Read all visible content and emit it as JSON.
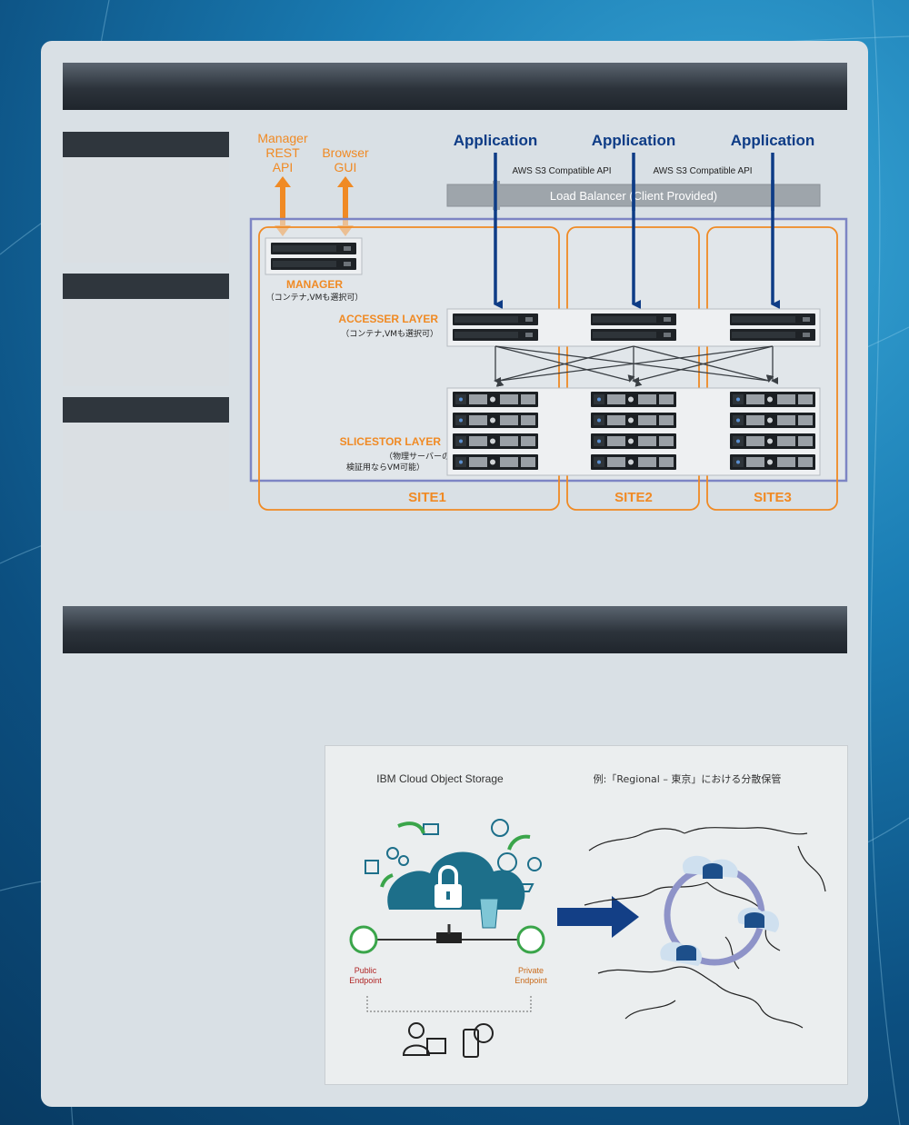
{
  "colors": {
    "accent_orange": "#f08a24",
    "navy_arrow": "#0e3c86",
    "header_dark": "#2c333b",
    "panel_bg": "#d9e0e5",
    "frame_purple": "#7d85c4"
  },
  "architecture": {
    "left_apis": {
      "manager_api": [
        "Manager",
        "REST",
        "API"
      ],
      "browser_gui": [
        "Browser",
        "GUI"
      ]
    },
    "applications": [
      "Application",
      "Application",
      "Application"
    ],
    "api_labels": [
      "AWS S3 Compatible API",
      "AWS S3 Compatible API"
    ],
    "load_balancer": "Load Balancer (Client Provided)",
    "manager": {
      "title": "MANAGER",
      "note": "（コンテナ,VMも選択可）"
    },
    "accesser": {
      "title": "ACCESSER LAYER",
      "note": "（コンテナ,VMも選択可）"
    },
    "slicestor": {
      "title": "SLICESTOR LAYER",
      "note_line1": "（物理サーバーのみ、",
      "note_line2": "検証用ならVM可能）"
    },
    "sites": [
      "SITE1",
      "SITE2",
      "SITE3"
    ]
  },
  "cos_image": {
    "left_title": "IBM Cloud Object Storage",
    "right_title": "例:「Regional – 東京」における分散保管",
    "public_endpoint": [
      "Public",
      "Endpoint"
    ],
    "private_endpoint": [
      "Private",
      "Endpoint"
    ]
  }
}
